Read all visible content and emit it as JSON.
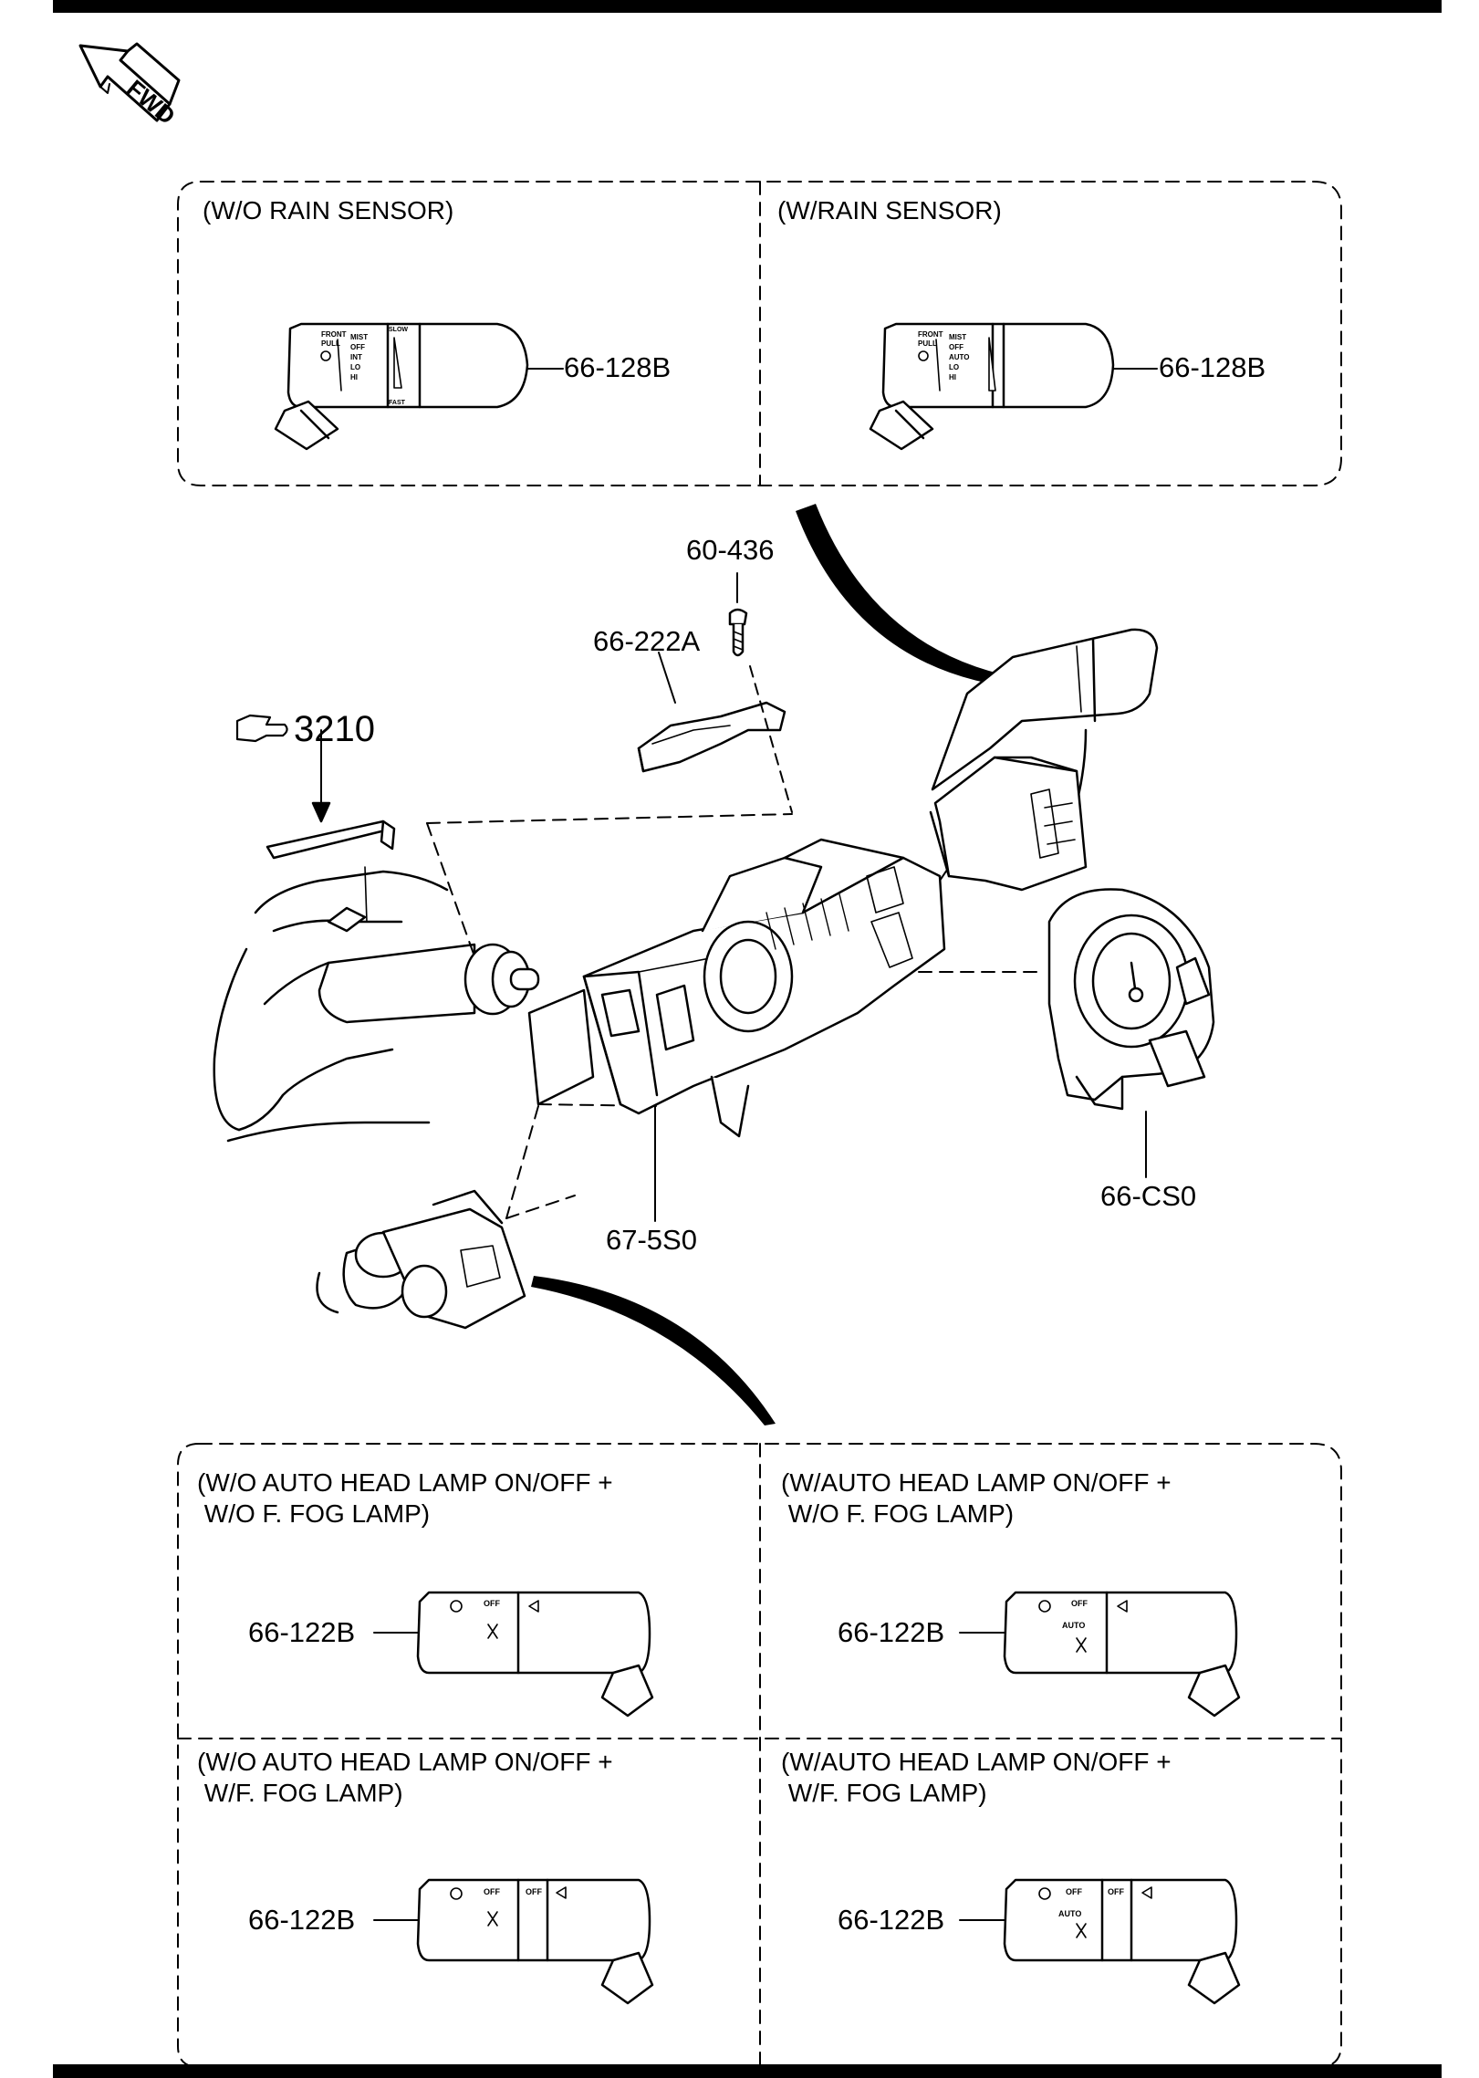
{
  "fwd_label": "FWD",
  "reference": {
    "number": "3210"
  },
  "top_panels": [
    {
      "condition": "(W/O RAIN SENSOR)",
      "part": "66-128B",
      "wiper_marks": [
        "FRONT",
        "PULL",
        "MIST",
        "OFF",
        "INT",
        "LO",
        "HI",
        "SLOW",
        "FAST"
      ]
    },
    {
      "condition": "(W/RAIN SENSOR)",
      "part": "66-128B",
      "wiper_marks": [
        "FRONT",
        "PULL",
        "MIST",
        "OFF",
        "AUTO",
        "LO",
        "HI"
      ]
    }
  ],
  "center_parts": {
    "screw": "60-436",
    "bracket": "66-222A",
    "combination_switch": "67-5S0",
    "clock_spring": "66-CS0"
  },
  "bottom_panels": [
    {
      "condition": "(W/O AUTO HEAD LAMP ON/OFF +\n W/O F. FOG LAMP)",
      "part": "66-122B",
      "marks": [
        "OFF"
      ],
      "has_auto": false,
      "has_fog": false
    },
    {
      "condition": "(W/AUTO HEAD LAMP ON/OFF +\n W/O F. FOG LAMP)",
      "part": "66-122B",
      "marks": [
        "OFF",
        "AUTO"
      ],
      "has_auto": true,
      "has_fog": false
    },
    {
      "condition": "(W/O AUTO HEAD LAMP ON/OFF +\n W/F. FOG LAMP)",
      "part": "66-122B",
      "marks": [
        "OFF",
        "OFF"
      ],
      "has_auto": false,
      "has_fog": true
    },
    {
      "condition": "(W/AUTO HEAD LAMP ON/OFF +\n W/F. FOG LAMP)",
      "part": "66-122B",
      "marks": [
        "OFF",
        "AUTO",
        "OFF"
      ],
      "has_auto": true,
      "has_fog": true
    }
  ]
}
